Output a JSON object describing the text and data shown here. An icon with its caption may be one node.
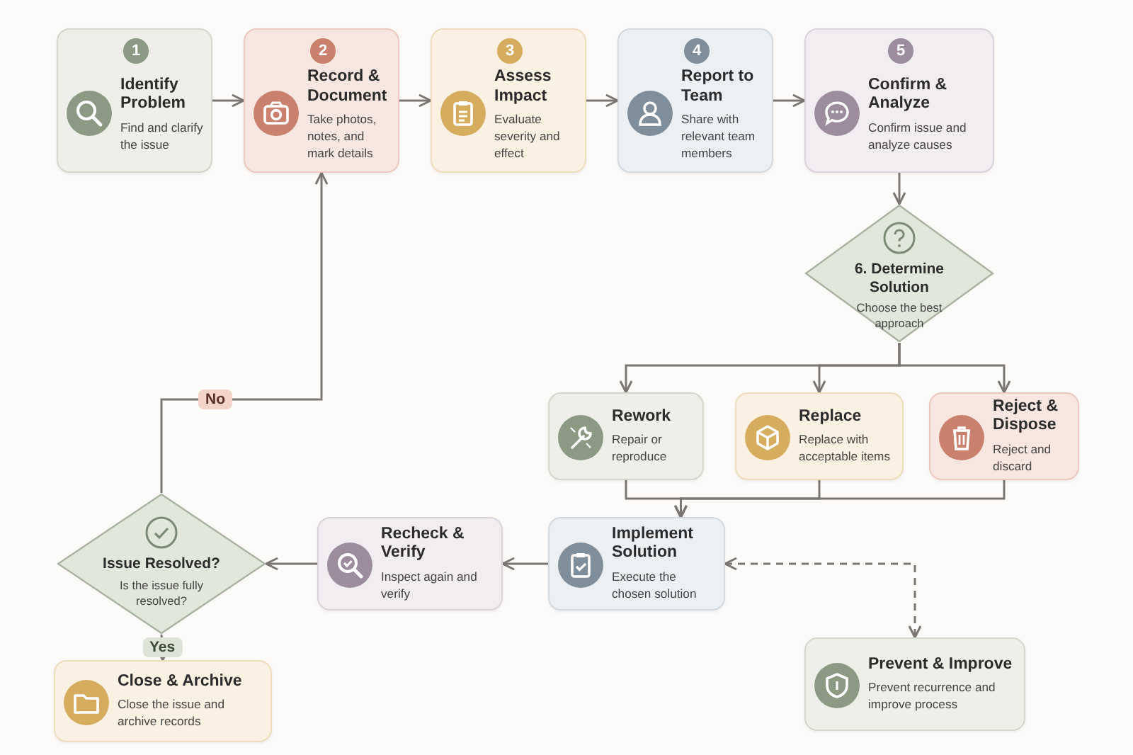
{
  "diagram": {
    "nodes": [
      {
        "text": [
          "1",
          "Identify Problem",
          "Find and clarify the issue"
        ]
      },
      {
        "text": [
          "2",
          "Record & Document",
          "Take photos, notes, and mark details"
        ]
      },
      {
        "text": [
          "3",
          "Assess Impact",
          "Evaluate severity and effect"
        ]
      },
      {
        "text": [
          "4",
          "Report to Team",
          "Share with relevant team members"
        ]
      },
      {
        "text": [
          "5",
          "Confirm & Analyze",
          "Confirm issue and analyze causes"
        ]
      },
      {
        "text": [
          "6. Determine Solution",
          "Choose the best approach"
        ]
      },
      {
        "text": [
          "Rework",
          "Repair or reproduce"
        ]
      },
      {
        "text": [
          "Replace",
          "Replace with acceptable items"
        ]
      },
      {
        "text": [
          "Reject & Dispose",
          "Reject and discard"
        ]
      },
      {
        "text": [
          "Implement Solution",
          "Execute the chosen solution"
        ]
      },
      {
        "text": [
          "Recheck & Verify",
          "Inspect again and verify"
        ]
      },
      {
        "text": [
          "Issue Resolved?",
          "Is the issue fully resolved?"
        ]
      },
      {
        "text": [
          "Close & Archive",
          "Close the issue and archive records"
        ]
      },
      {
        "text": [
          "Prevent & Improve",
          "Prevent recurrence and improve process"
        ]
      }
    ],
    "edges": [
      {
        "from": 0,
        "to": 1,
        "arrow": "to"
      },
      {
        "from": 1,
        "to": 2,
        "arrow": "to"
      },
      {
        "from": 2,
        "to": 3,
        "arrow": "to"
      },
      {
        "from": 3,
        "to": 4,
        "arrow": "to"
      },
      {
        "from": 4,
        "to": 5,
        "arrow": "to"
      },
      {
        "from": 5,
        "to": 6,
        "arrow": "to"
      },
      {
        "from": 5,
        "to": 7,
        "arrow": "to"
      },
      {
        "from": 5,
        "to": 8,
        "arrow": "to"
      },
      {
        "from": 6,
        "to": 9,
        "arrow": "to"
      },
      {
        "from": 7,
        "to": 9,
        "arrow": "to"
      },
      {
        "from": 8,
        "to": 9,
        "arrow": "to"
      },
      {
        "from": 9,
        "to": 10,
        "arrow": "to"
      },
      {
        "from": 10,
        "to": 11,
        "arrow": "to"
      },
      {
        "from": 11,
        "to": 12,
        "arrow": "to",
        "label": "Yes"
      },
      {
        "from": 11,
        "to": 1,
        "arrow": "to",
        "label": "No"
      },
      {
        "from": 9,
        "to": 13,
        "arrow": "both",
        "style": "dashed"
      }
    ]
  }
}
